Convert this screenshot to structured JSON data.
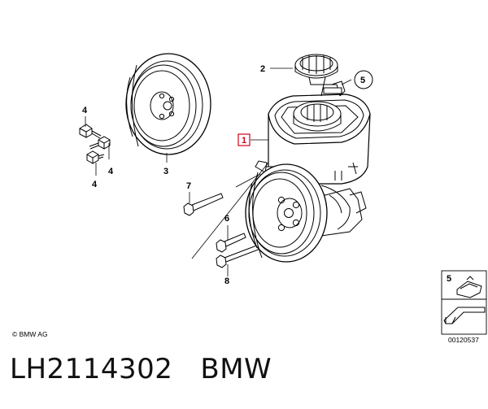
{
  "callouts": {
    "c1": "1",
    "c2": "2",
    "c3": "3",
    "c4a": "4",
    "c4b": "4",
    "c4c": "4",
    "c5": "5",
    "c6": "6",
    "c7": "7",
    "c8": "8",
    "legend5": "5"
  },
  "footer": {
    "copyright": "© BMW AG",
    "doc_number": "00120537"
  },
  "caption": {
    "part_number": "LH2114302",
    "brand": "BMW"
  },
  "colors": {
    "highlight_box": "#d0021b",
    "line": "#000000"
  }
}
